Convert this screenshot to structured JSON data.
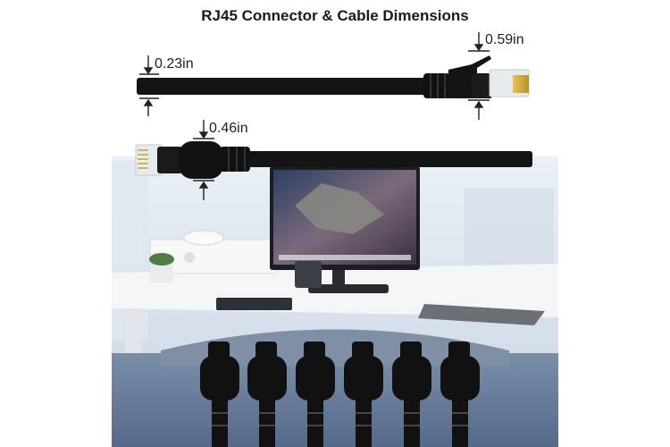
{
  "title": "RJ45 Connector & Cable Dimensions",
  "dimensions": {
    "cable_diameter": "0.23in",
    "connector_height": "0.59in",
    "boot_diameter": "0.46in"
  }
}
